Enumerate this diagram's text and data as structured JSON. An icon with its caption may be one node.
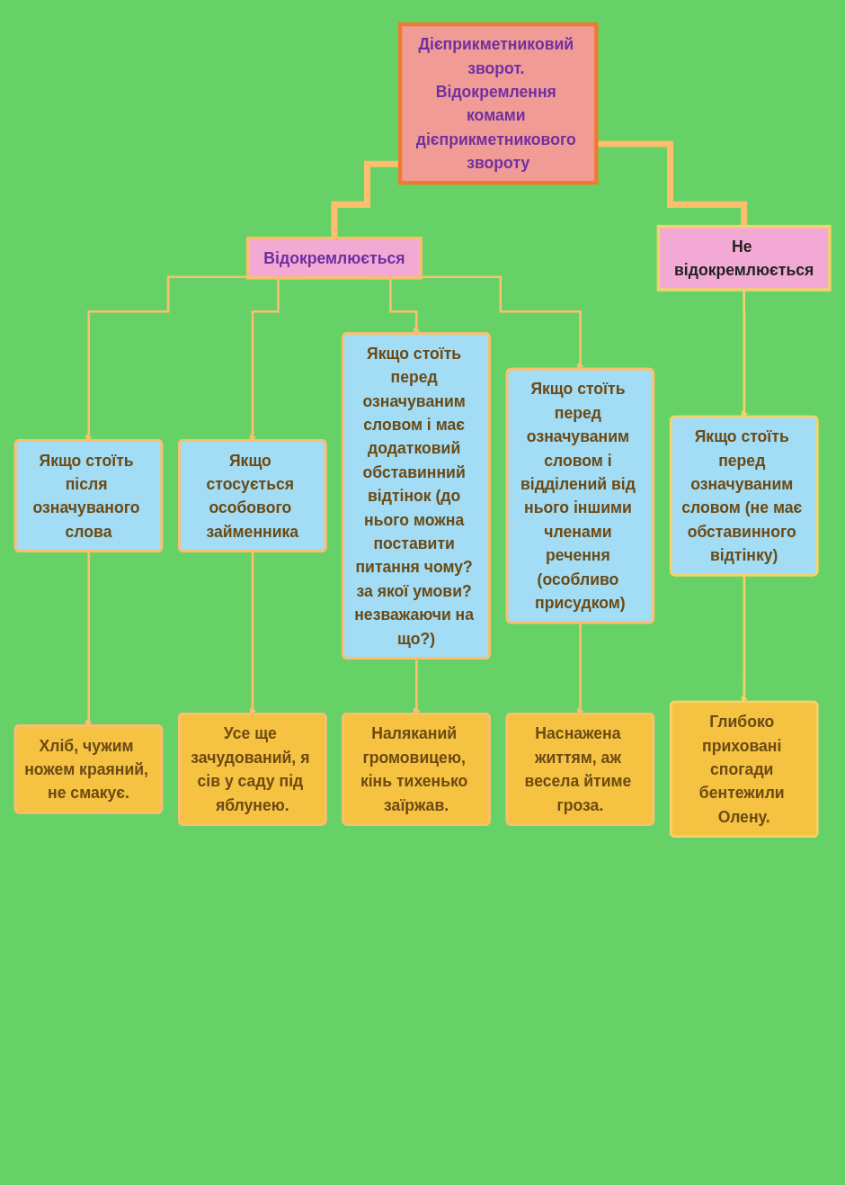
{
  "diagram": {
    "nodes": [
      {
        "text": [
          "Дієприкметниковий зворот. Відокремлення комами дієприкметникового звороту"
        ]
      },
      {
        "text": [
          "Відокремлюється"
        ]
      },
      {
        "text": [
          "Якщо стоїть після означуваного слова"
        ]
      },
      {
        "text": [
          "Хліб, чужим ножем краяний, не смакує."
        ]
      },
      {
        "text": [
          "Якщо стосується особового займенника"
        ]
      },
      {
        "text": [
          "Усе ще зачудований, я сів у саду під яблунею."
        ]
      },
      {
        "text": [
          "Якщо стоїть перед означуваним словом і має додатковий обставинний відтінок (до нього можна поставити питання чому? за якої умови? незважаючи на що?)"
        ]
      },
      {
        "text": [
          "Наляканий громовицею, кінь тихенько заїржав."
        ]
      },
      {
        "text": [
          "Якщо стоїть перед означуваним словом і відділений від нього іншими членами речення (особливо присудком)"
        ]
      },
      {
        "text": [
          "Наснажена життям, аж весела йтиме гроза."
        ]
      },
      {
        "text": [
          "Не відокремлюється"
        ]
      },
      {
        "text": [
          "Якщо стоїть перед означуваним словом (не має обставинного відтінку)"
        ]
      },
      {
        "text": [
          "Глибоко приховані спогади бентежили Олену."
        ]
      }
    ],
    "edges": [
      {
        "from": 0,
        "to": 1,
        "arrow": "none",
        "style": "thick"
      },
      {
        "from": 1,
        "to": 2,
        "arrow": "to"
      },
      {
        "from": 2,
        "to": 3,
        "arrow": "to"
      },
      {
        "from": 1,
        "to": 4,
        "arrow": "to"
      },
      {
        "from": 4,
        "to": 5,
        "arrow": "to"
      },
      {
        "from": 1,
        "to": 6,
        "arrow": "to"
      },
      {
        "from": 6,
        "to": 7,
        "arrow": "to"
      },
      {
        "from": 1,
        "to": 8,
        "arrow": "to"
      },
      {
        "from": 8,
        "to": 9,
        "arrow": "to"
      },
      {
        "from": 0,
        "to": 10,
        "arrow": "none",
        "style": "thick"
      },
      {
        "from": 10,
        "to": 11,
        "arrow": "to",
        "color": "#f3d36b"
      },
      {
        "from": 11,
        "to": 12,
        "arrow": "to",
        "color": "#f3d36b"
      }
    ]
  }
}
